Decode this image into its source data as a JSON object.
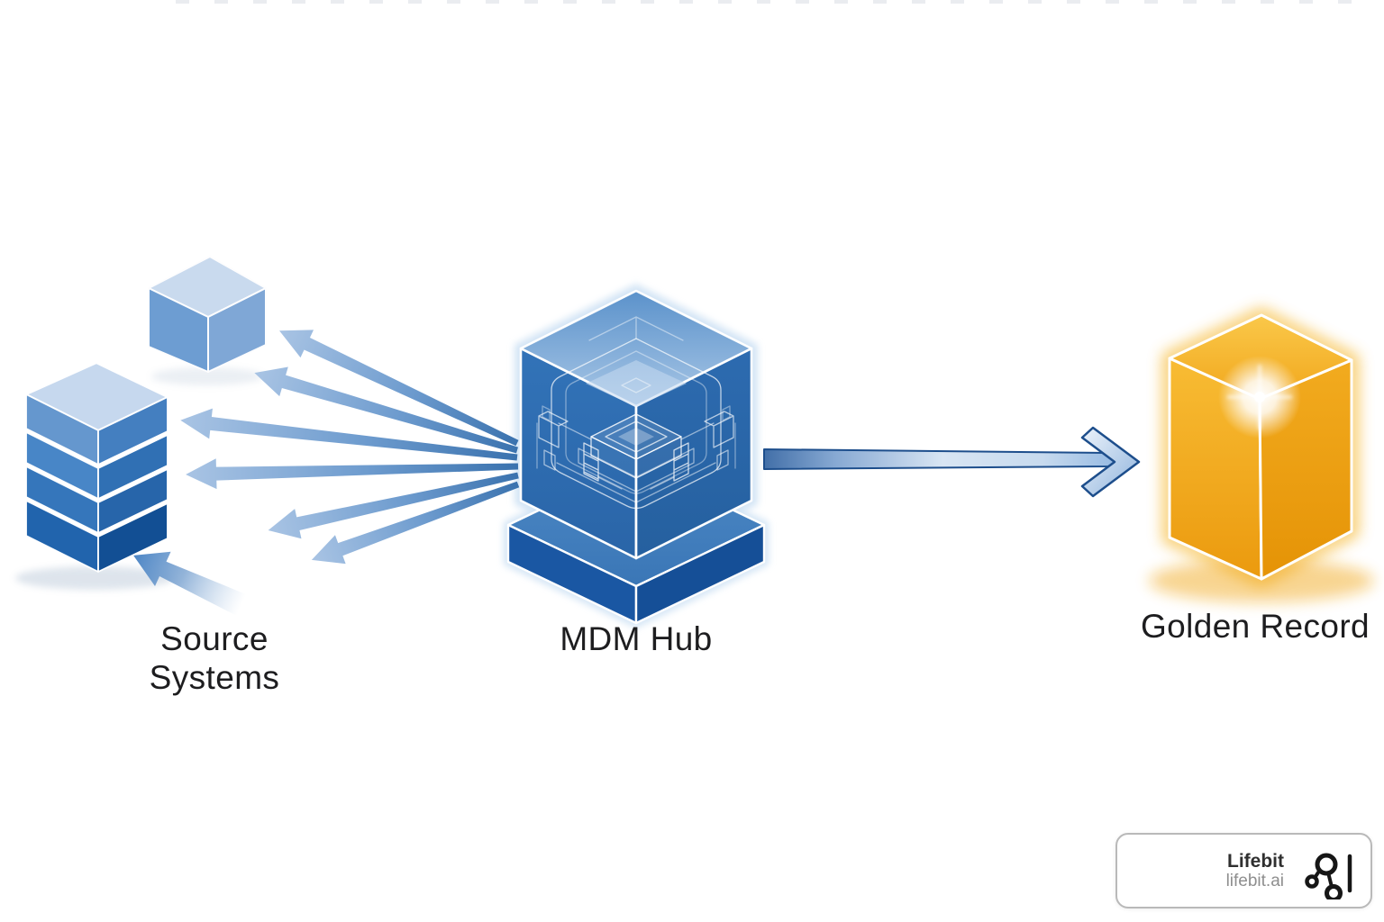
{
  "page": {
    "background": "#ffffff"
  },
  "diagram": {
    "nodes": {
      "source_systems": {
        "label": "Source\nSystems",
        "label_line1": "Source",
        "label_line2": "Systems"
      },
      "mdm_hub": {
        "label": "MDM Hub"
      },
      "golden_record": {
        "label": "Golden Record"
      }
    },
    "arrows": {
      "hub_to_sources_count": 7,
      "hub_to_golden_record_count": 1
    }
  },
  "branding": {
    "name": "Lifebit",
    "site": "lifebit.ai"
  },
  "palette": {
    "source_cube_top": "#c6d8ee",
    "source_cube_dark": "#1f5fa9",
    "hub_face_blue": "#2e6cb0",
    "hub_base_blue": "#1a57a3",
    "fan_arrow_blue": "#6d9bce",
    "outline_arrow_navy": "#1d4e8c",
    "golden_top": "#f8c33f",
    "golden_side": "#eb9a0e",
    "label_text": "#1d1d1f",
    "logo_text": "#2f2f2f",
    "logo_muted": "#8e8e8e"
  }
}
